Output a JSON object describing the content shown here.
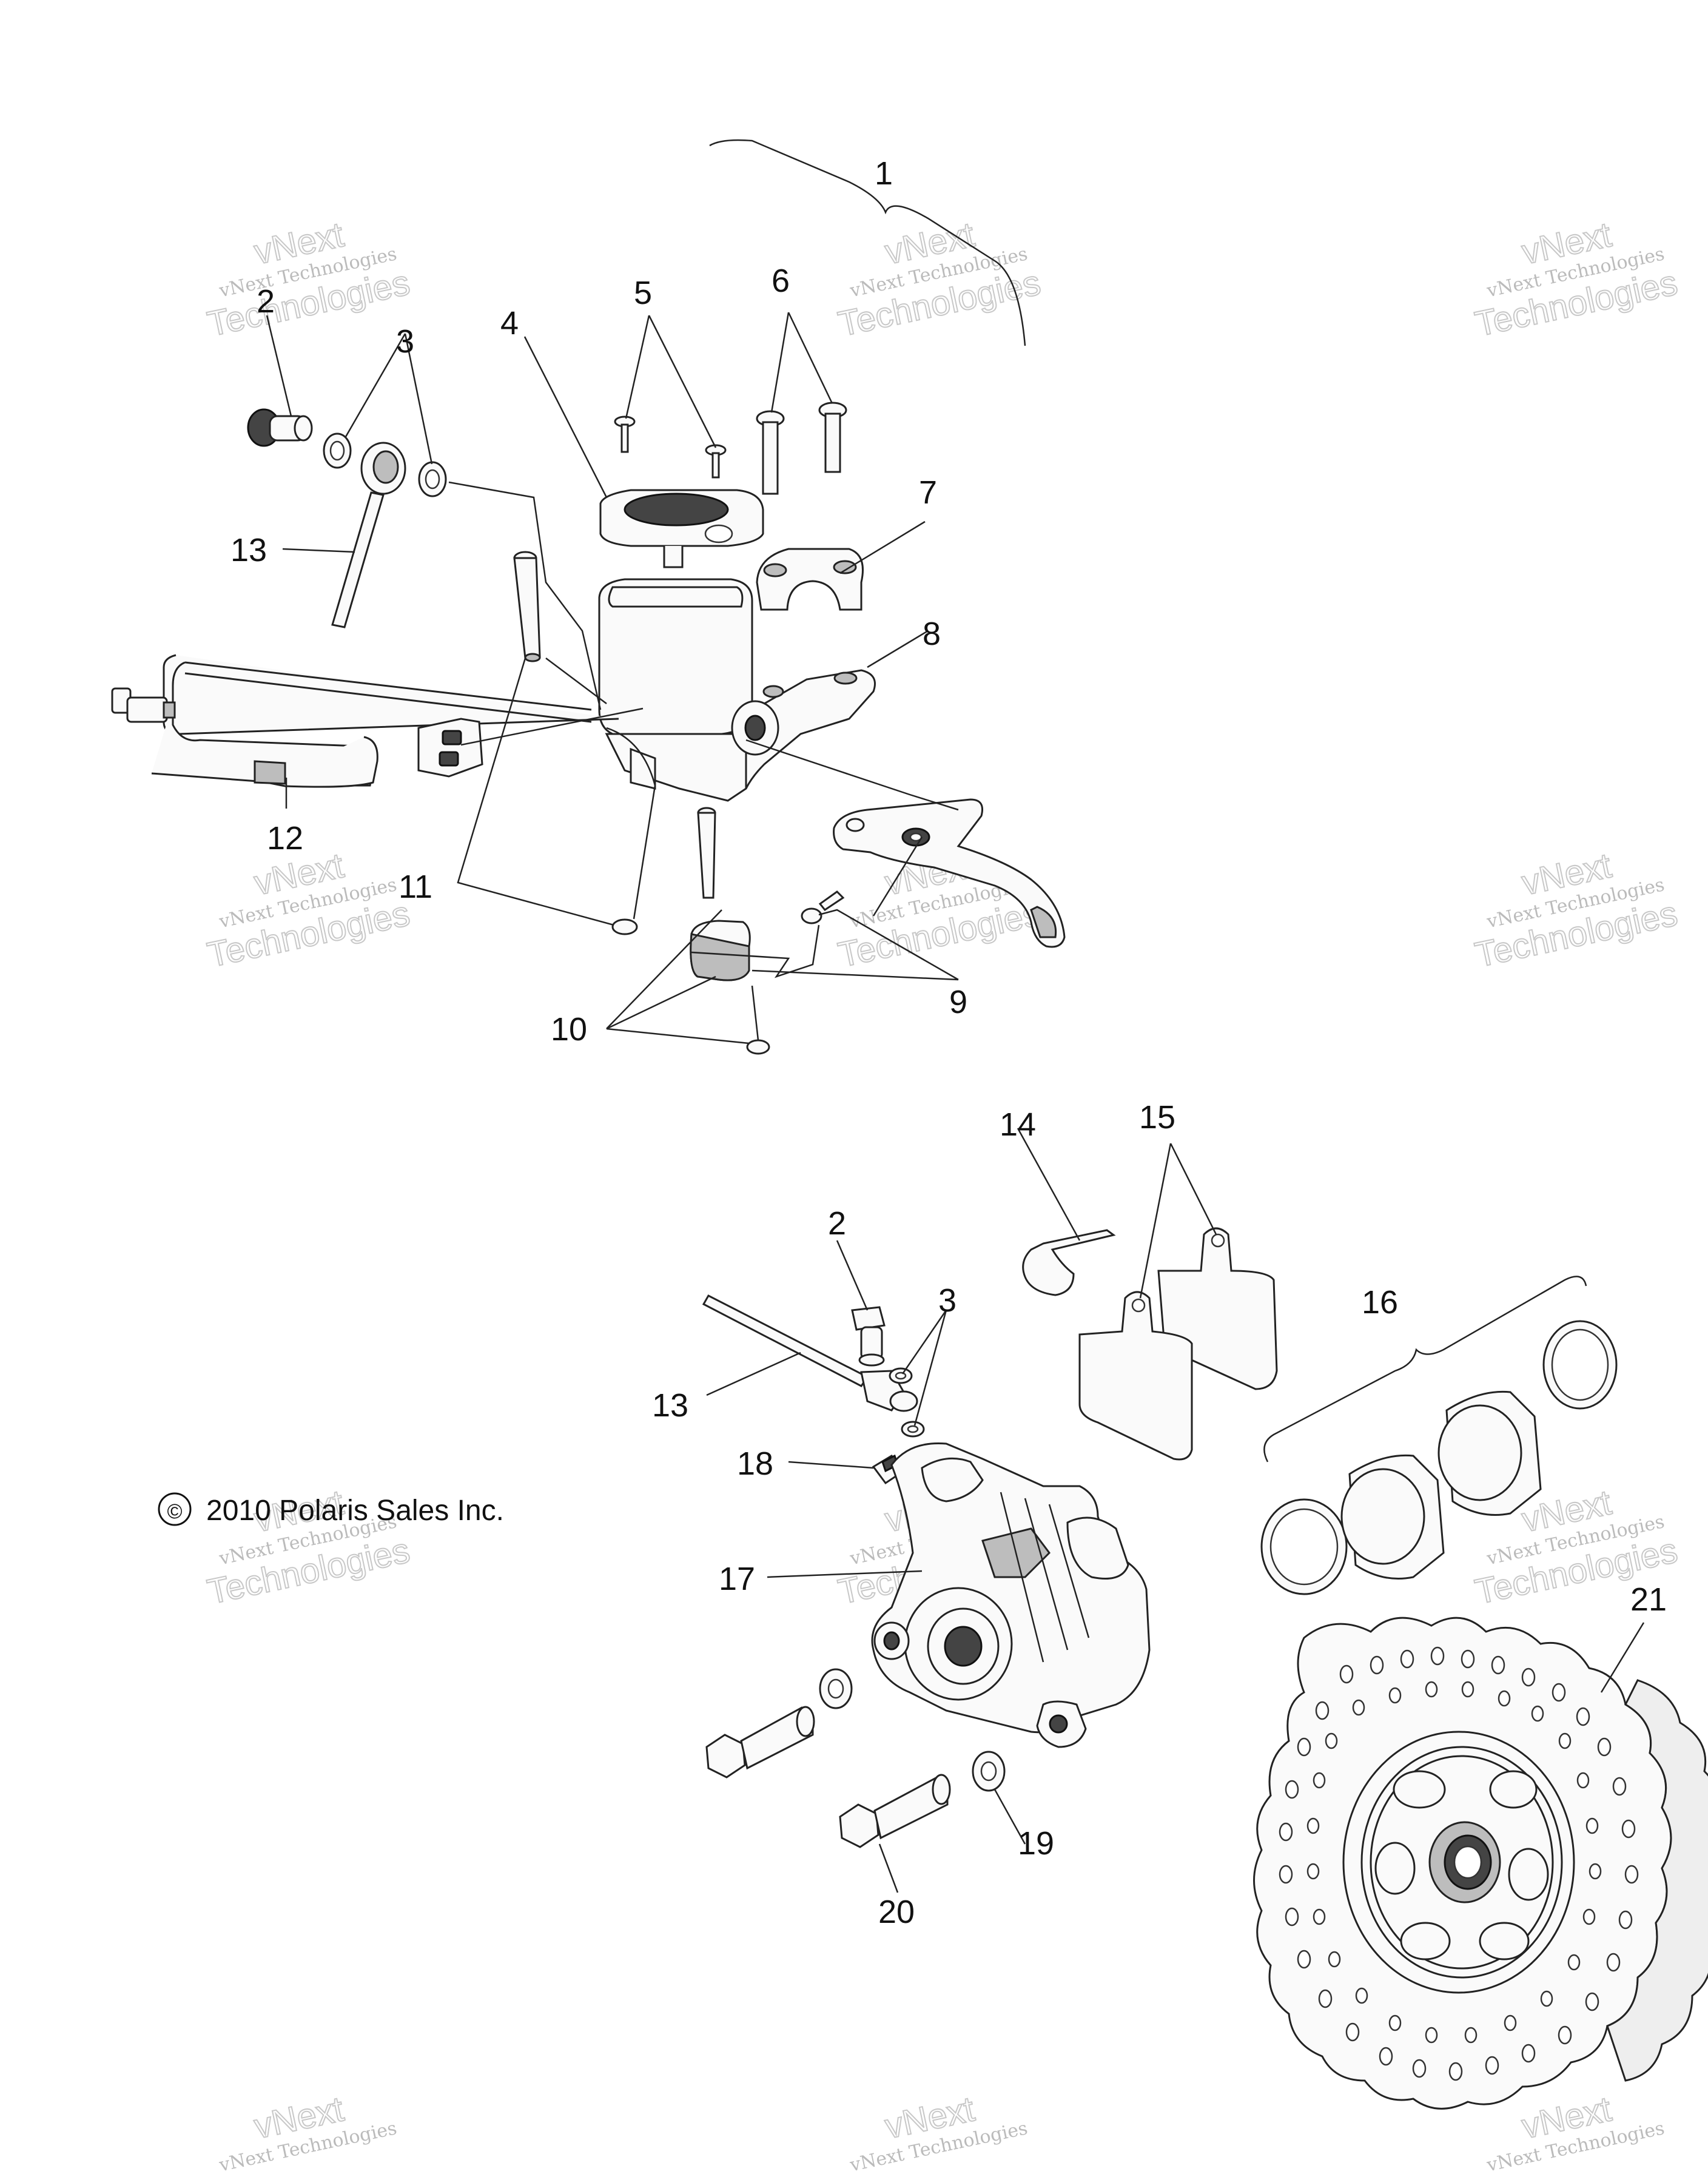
{
  "callouts": [
    "1",
    "2",
    "3",
    "4",
    "5",
    "6",
    "7",
    "8",
    "9",
    "10",
    "11",
    "12",
    "13",
    "14",
    "15",
    "16",
    "17",
    "18",
    "19",
    "20",
    "21"
  ],
  "copyright": {
    "symbol": "©",
    "text": "2010 Polaris Sales Inc."
  },
  "watermark": {
    "line1": "vNext Technologies",
    "line2": "vNext",
    "line3": "Technologies"
  }
}
